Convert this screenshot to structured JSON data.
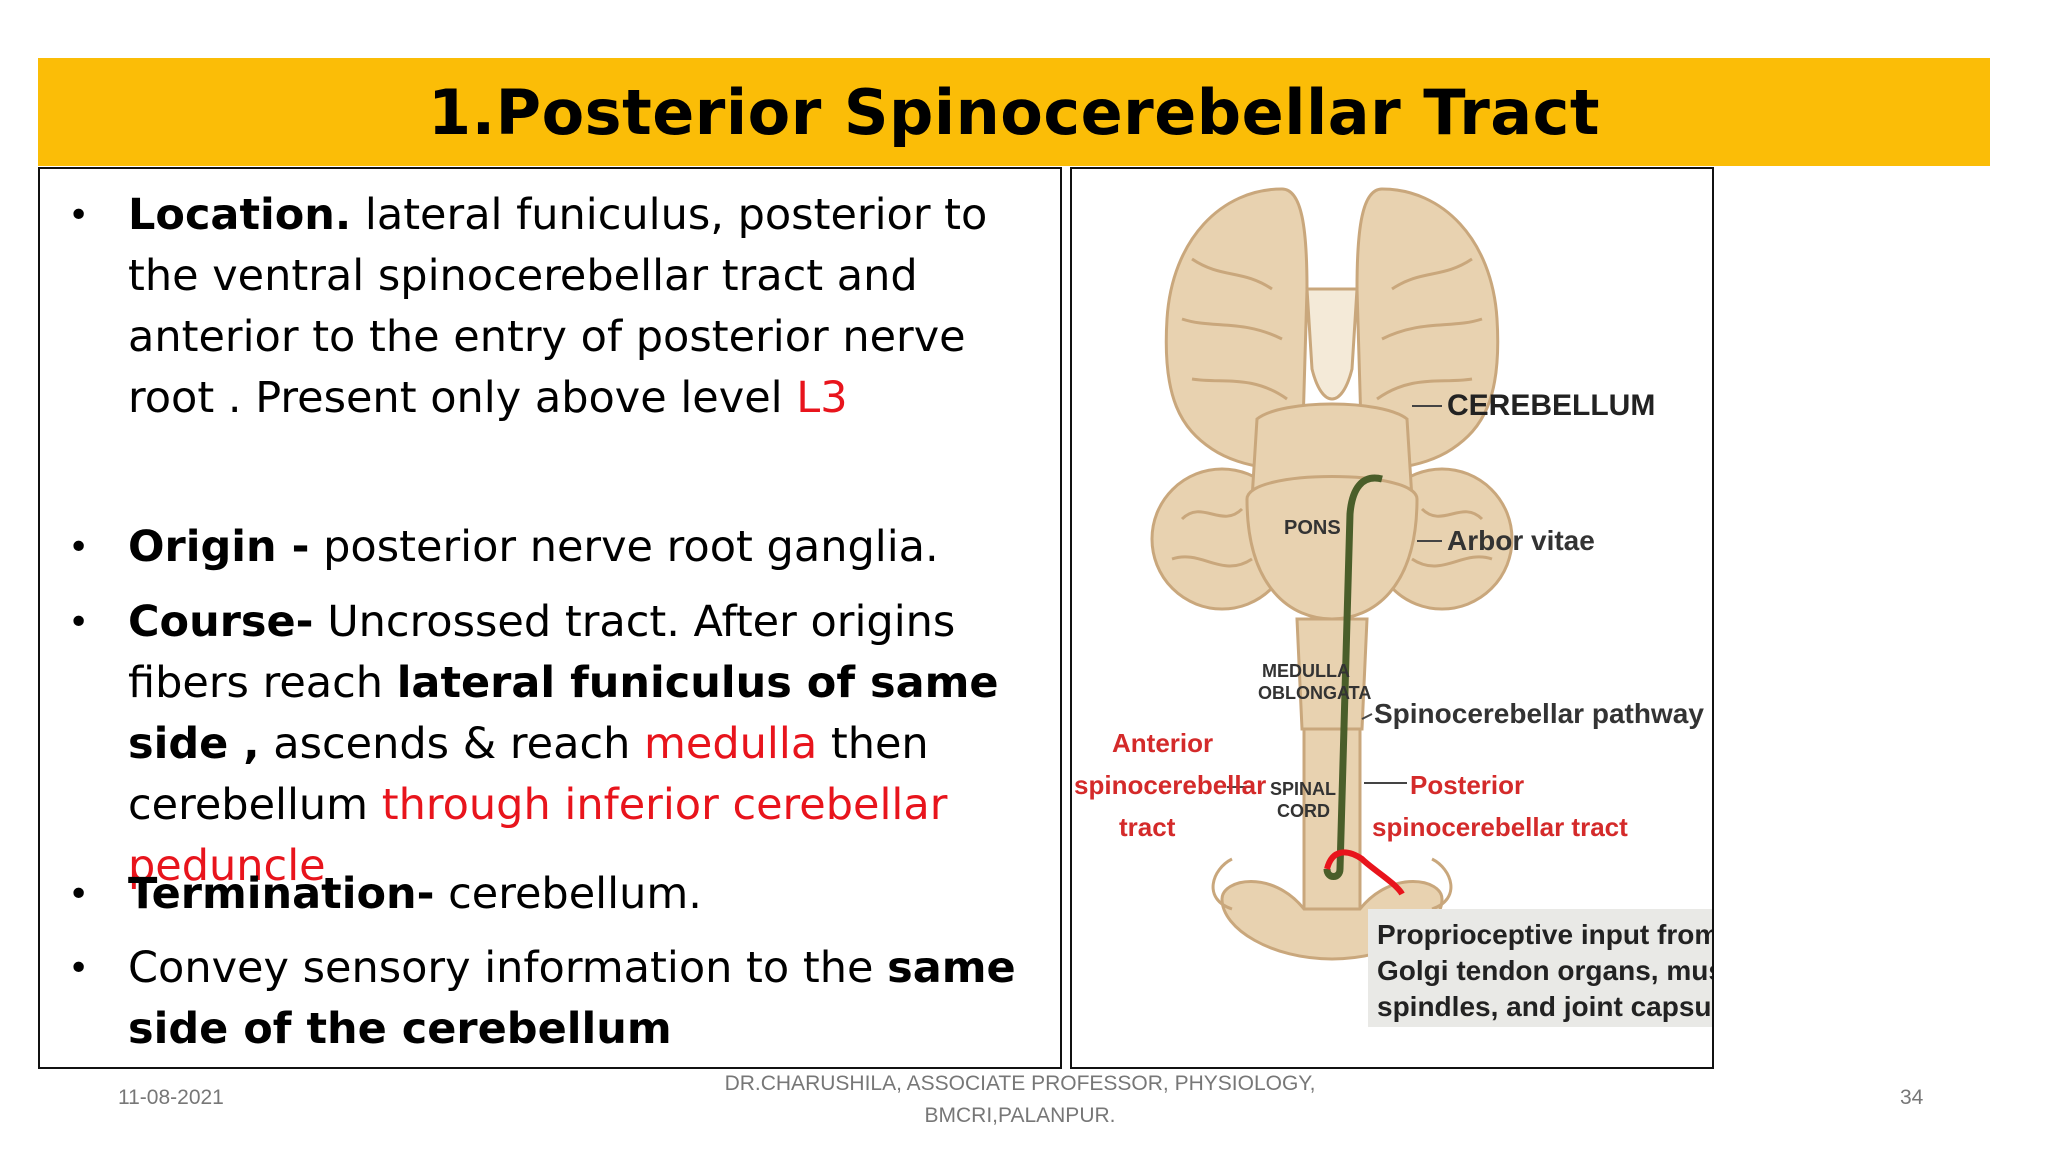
{
  "slide": {
    "title": "1.Posterior Spinocerebellar Tract",
    "bullets": [
      {
        "label": "Location.",
        "text": " lateral funiculus,  posterior to the ventral spinocerebellar tract and anterior to the entry of posterior nerve root . Present only above level ",
        "red": "L3"
      },
      {
        "label": "Origin -",
        "text": " posterior nerve root ganglia."
      },
      {
        "label": "Course-",
        "text_a": " Uncrossed tract. After origins fibers reach ",
        "bold_b": "lateral funiculus of same side ,",
        "text_c": " ascends & reach ",
        "red_d": "medulla",
        "text_e": " then cerebellum ",
        "red_f": "through  inferior cerebellar peduncle"
      },
      {
        "label": "Termination-",
        "text": " cerebellum."
      },
      {
        "text": "Convey sensory information to the ",
        "bold": "same side of the cerebellum"
      }
    ]
  },
  "figure": {
    "labels": {
      "cerebellum": "CEREBELLUM",
      "arbor": "Arbor vitae",
      "pons": "PONS",
      "medulla_1": "MEDULLA",
      "medulla_2": "OBLONGATA",
      "spinocerebellar_pathway": "Spinocerebellar pathway",
      "anterior_1": "Anterior",
      "anterior_2": "spinocerebellar",
      "anterior_3": "tract",
      "spinal_1": "SPINAL",
      "spinal_2": "CORD",
      "posterior_1": "Posterior",
      "posterior_2": "spinocerebellar tract",
      "proprio_1": "Proprioceptive input from",
      "proprio_2": "Golgi tendon organs, muscle",
      "proprio_3": "spindles, and joint capsules"
    },
    "colors": {
      "tissue": "#e8d2b0",
      "tissue_dark": "#c9a77c",
      "tract_green": "#4a5e2a",
      "tract_red": "#e8141c",
      "label_red": "#d42a2a"
    }
  },
  "footer": {
    "date": "11-08-2021",
    "author_line1": "DR.CHARUSHILA, ASSOCIATE PROFESSOR, PHYSIOLOGY,",
    "author_line2": "BMCRI,PALANPUR.",
    "page": "34"
  }
}
